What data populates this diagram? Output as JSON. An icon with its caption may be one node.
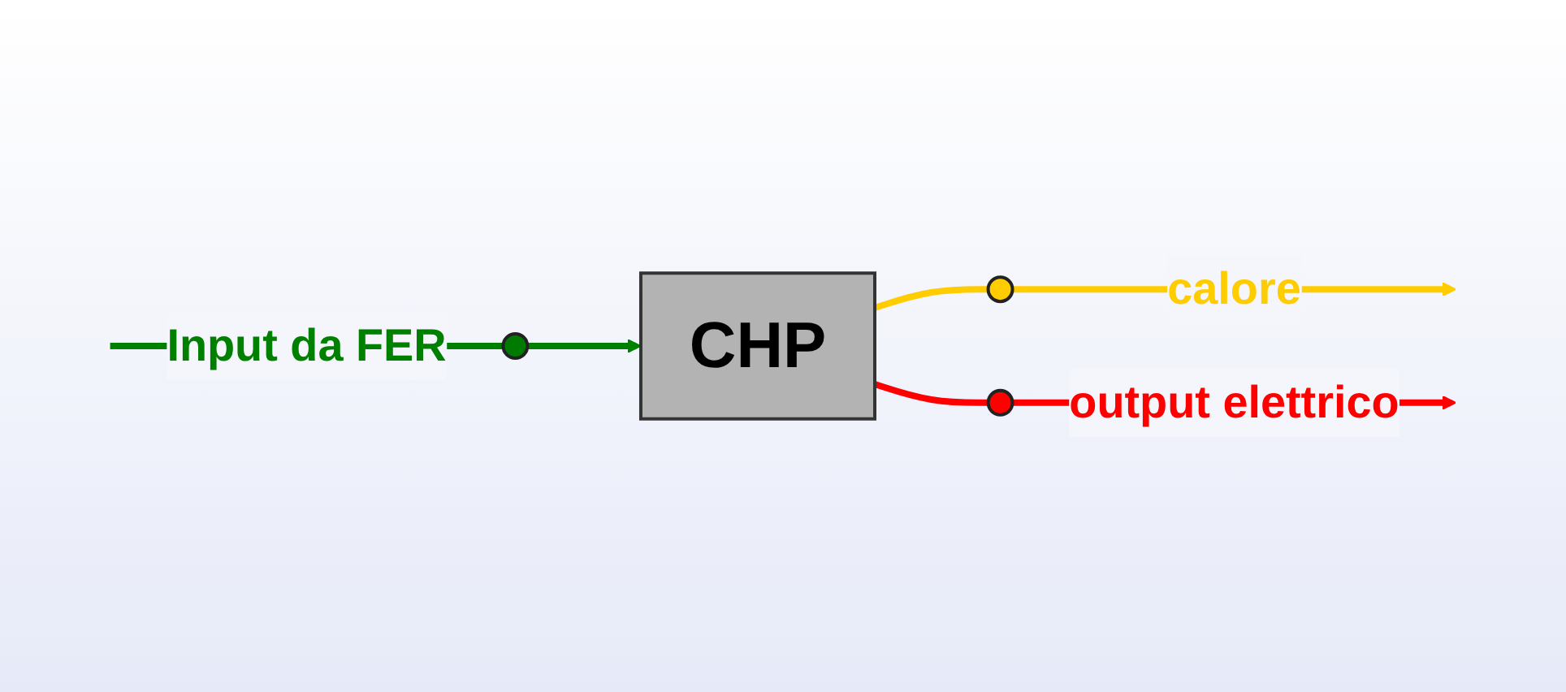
{
  "diagram": {
    "nodes": [
      {
        "text": [
          "CHP"
        ]
      },
      {
        "text": [],
        "shape": "circle"
      },
      {
        "text": [],
        "shape": "circle"
      },
      {
        "text": [],
        "shape": "circle"
      }
    ],
    "edges": [
      {
        "from": null,
        "to": 1,
        "arrow": "none",
        "label": "Input da FER",
        "color": "#008000"
      },
      {
        "from": 1,
        "to": 0,
        "arrow": "to",
        "color": "#008000"
      },
      {
        "from": 0,
        "to": 2,
        "arrow": "none",
        "color": "#ffcc00"
      },
      {
        "from": 2,
        "to": null,
        "arrow": "to",
        "label": "calore",
        "color": "#ffcc00"
      },
      {
        "from": 0,
        "to": 3,
        "arrow": "none",
        "color": "#ff0000"
      },
      {
        "from": 3,
        "to": null,
        "arrow": "to",
        "label": "output elettrico",
        "color": "#ff0000"
      }
    ]
  }
}
